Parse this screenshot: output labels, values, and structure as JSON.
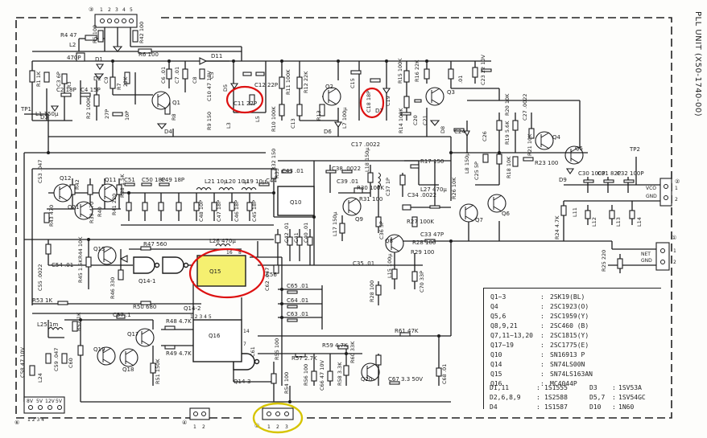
{
  "title": "PLL UNIT (X50-1740-00)",
  "ic_labels": {
    "q10": "Q10",
    "q15": "Q15",
    "q16": "Q16",
    "q14_1": "Q14-1",
    "q14_2": "Q14-2",
    "q14_3": "Q14-3"
  },
  "transistor_labels": [
    "Q1",
    "Q2",
    "Q3",
    "Q4",
    "Q5",
    "Q6",
    "Q7",
    "Q8",
    "Q9",
    "Q11",
    "Q12",
    "Q13",
    "Q17",
    "Q18",
    "Q19",
    "Q20",
    "Q21"
  ],
  "component_labels": {
    "r4": "R4 47",
    "r5": "R5 100",
    "r6": "R6 100",
    "r42": "R42 100",
    "l2": "L2",
    "c470p": "470P",
    "d1": "D1",
    "d11": "D11",
    "d2": "D2",
    "r7": "R7",
    "r7v": "22K",
    "d3": "D3",
    "c3": "C3 6P",
    "c2": "C2 18P",
    "c4": "C4 15P",
    "r2": "R2 100K",
    "r1": "R1 1K",
    "c27": "27P",
    "c10p": "10P",
    "tp1": "TP1",
    "l1": "L1 150μ",
    "d4": "D4",
    "r8": "R8",
    "d5": "D5",
    "l3": "L3",
    "c11": "C11 27P",
    "c12": "C12 22P",
    "l5": "L5",
    "r11": "R11 100K",
    "r12": "R12 22K",
    "r10": "R10 100K",
    "c13": "C13",
    "d6": "D6",
    "r13": "R13",
    "l7": "L7 100μ",
    "c15": "C15",
    "c18": "C18 18P",
    "c19": "C19",
    "r16": "R16 22K",
    "r15": "R15 100K",
    "c22": ".01",
    "c23": "C23 22 10V",
    "d7": "D7",
    "d8": "D8",
    "r14": "R14 100K",
    "c20": "C20",
    "c21": "C21",
    "c17": "C17 .0022",
    "c24": "C24",
    "r17": "R17 150",
    "l8": "L8 150μ",
    "c26": "C26",
    "c25": "C25 5P",
    "r20": "R20 10K",
    "r19": "R19 5.6K",
    "c27b": "C27 .0022",
    "r21": "R21 10K",
    "r18": "R18 10K",
    "r23": "R23 100",
    "d9": "D9",
    "c30": "C30 100P",
    "c31": "C31 82P",
    "c32": "C32 100P",
    "tp2": "TP2",
    "vco": "VCO",
    "gnd": "GND",
    "l11": "L11",
    "l12": "L12",
    "l13": "L13",
    "l14": "L14",
    "r24": "R24 4.7K",
    "c33": "C33 47P",
    "r25": "R25 220",
    "net": "NET",
    "r26": "R26 10K",
    "c34": "C34 .0022",
    "r27": "R27 100K",
    "l27": "L27 470μ",
    "r29": "R29 100",
    "r28": "R28 100",
    "c35": "C35 .01",
    "l15": "L15 100μ",
    "c70": "C70 33P",
    "c38": "C38 .0022",
    "c39": "C39 .01",
    "r30": "R30 100K",
    "l18": "L18 150μ",
    "r31": "R31 100",
    "c36": "C36 5P",
    "c37": "C37 1P",
    "l17": "L17 150μ",
    "r32": "R32 150",
    "r33": "R33",
    "c43": "C43 .01",
    "c44": "C44",
    "c42": "C42 .01",
    "c41": "C41",
    "c40": "C40 .01",
    "l19": "L19 10μ",
    "l20": "L20 10μ",
    "l21": "L21 10μ",
    "c45": "C45 18P",
    "c46": "C46 18P",
    "c47": "C47 18P",
    "c48": "C48 10P",
    "c49": "C49 18P",
    "c50": "C50 18P",
    "c51": "C51",
    "r38": "R38 1.5K",
    "r41": "R41 220",
    "r40": "R40",
    "r39": "R39 470",
    "r42b": "R42",
    "r43": "R43 470",
    "c53": "C53 .047",
    "r44": "R44 10K",
    "r45": "R45 1.5K",
    "r46": "R46 330",
    "r47": "R47 560",
    "l26": "L26 470μ",
    "c54": "C54 .01",
    "c55": "C55 .0022",
    "c56": "C56",
    "r53": "R53 1K",
    "r50": "R50 680",
    "c57": "C57 .1",
    "c62": "C62 .047",
    "c65": "C65 .01",
    "c64": "C64 .01",
    "c63": "C63 .01",
    "l25": "L25 1m",
    "r52": "R52 1K",
    "r48": "R48 4.7K",
    "r49": "R49 4.7K",
    "r51": "R51 150K",
    "c59": "C59 .047",
    "c58": "C58 47 10V",
    "c60": "C60",
    "l24": "L24",
    "r61": "R61 47K",
    "r57": "R57 2.7K",
    "r59": "R59 4.7K",
    "r60": "R60 33K",
    "r55": "R55 100",
    "r54": "R54 100",
    "r56": "R56 100",
    "r58": "R58 3.3K",
    "c66": "C66 47 10V",
    "c67": "C67 3.3 50V",
    "c68": "C68 .01",
    "c61": "C61",
    "c5": "C5",
    "c6": "C6 .01",
    "c7": "C7 .01",
    "c8": "C8",
    "c9": "C9",
    "c10": "C10 47 10V",
    "r9": "R9 150",
    "r3": "R3"
  },
  "connectors": [
    {
      "id": "3",
      "pins": [
        "1",
        "2",
        "3",
        "4",
        "5"
      ],
      "label": "③"
    },
    {
      "id": "2",
      "pins": [
        "1",
        "2"
      ],
      "label": "②"
    },
    {
      "id": "1",
      "pins": [
        "1",
        "2"
      ],
      "label": "①"
    },
    {
      "id": "6",
      "pins": [
        "8V",
        "5V",
        "12V",
        "5V"
      ],
      "label": "⑥",
      "sub": "1 2 3 4"
    },
    {
      "id": "4",
      "pins": [
        "1",
        "2"
      ],
      "label": "④"
    },
    {
      "id": "5",
      "pins": [
        "1",
        "2",
        "3"
      ],
      "label": "⑤"
    }
  ],
  "parts_table": [
    {
      "ref": "Q1~3",
      "part": "2SK19(BL)"
    },
    {
      "ref": "Q4",
      "part": "2SC1923(O)"
    },
    {
      "ref": "Q5,6",
      "part": "2SC1959(Y)"
    },
    {
      "ref": "Q8,9,21",
      "part": "2SC460 (B)"
    },
    {
      "ref": "Q7,11~13,20",
      "part": "2SC1815(Y)"
    },
    {
      "ref": "Q17~19",
      "part": "2SC1775(E)"
    },
    {
      "ref": "Q10",
      "part": "SN16913 P"
    },
    {
      "ref": "Q14",
      "part": "SN74LS00N"
    },
    {
      "ref": "Q15",
      "part": "SN74LS163AN"
    },
    {
      "ref": "Q16",
      "part": "MC4044P"
    }
  ],
  "diode_table": [
    {
      "ref": "D1,11",
      "part": "1S1555",
      "ref2": "D3",
      "part2": "1SV53A"
    },
    {
      "ref": "D2,6,8,9",
      "part": "1S2588",
      "ref2": "D5,7",
      "part2": "1SV54GC"
    },
    {
      "ref": "D4",
      "part": "1S1587",
      "ref2": "D10",
      "part2": "1N60"
    }
  ],
  "highlight_colors": {
    "red": "#dd1111",
    "yellow": "#d6c400",
    "ic_fill": "#f5f070"
  }
}
